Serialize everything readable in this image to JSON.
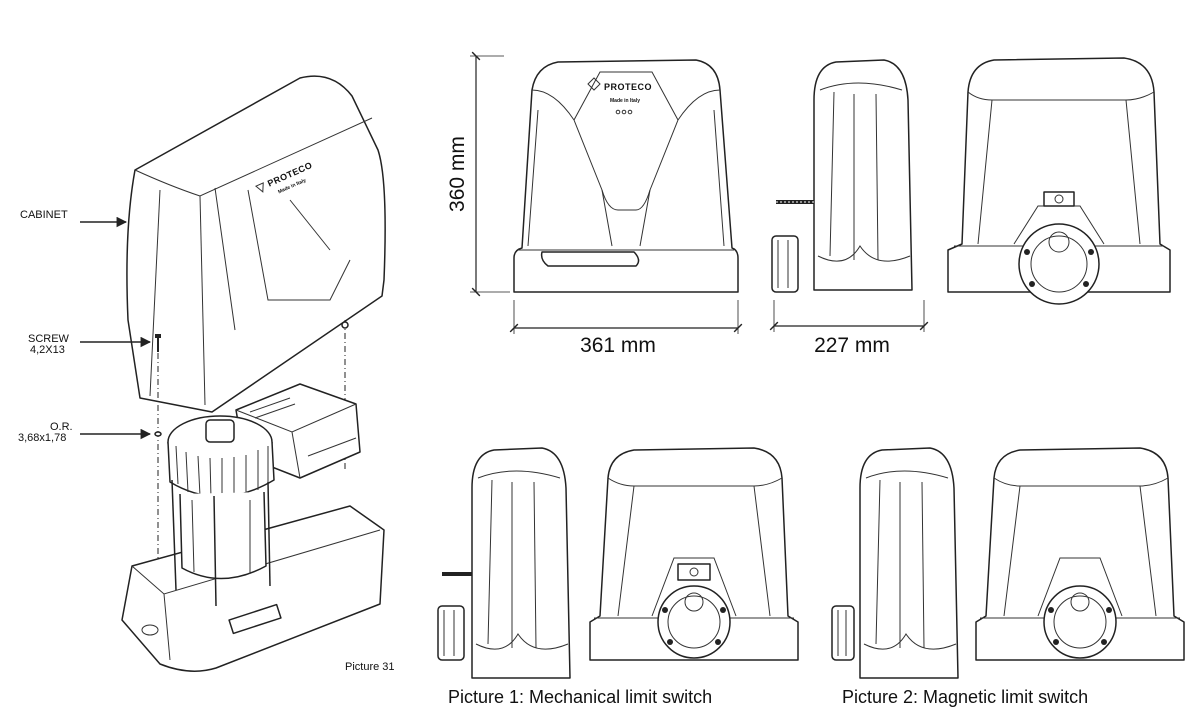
{
  "brand": "PROTECO",
  "brand_sub": "Made in Italy",
  "exploded_view": {
    "labels": {
      "cabinet": "CABINET",
      "screw": "SCREW",
      "screw_size": "4,2X13",
      "or": "O.R.",
      "or_size": "3,68x1,78"
    },
    "caption": "Picture 31"
  },
  "dimensions": {
    "height": "360 mm",
    "width": "361 mm",
    "depth": "227 mm"
  },
  "captions": {
    "picture1": "Picture 1: Mechanical limit switch",
    "picture2": "Picture 2: Magnetic limit switch"
  }
}
